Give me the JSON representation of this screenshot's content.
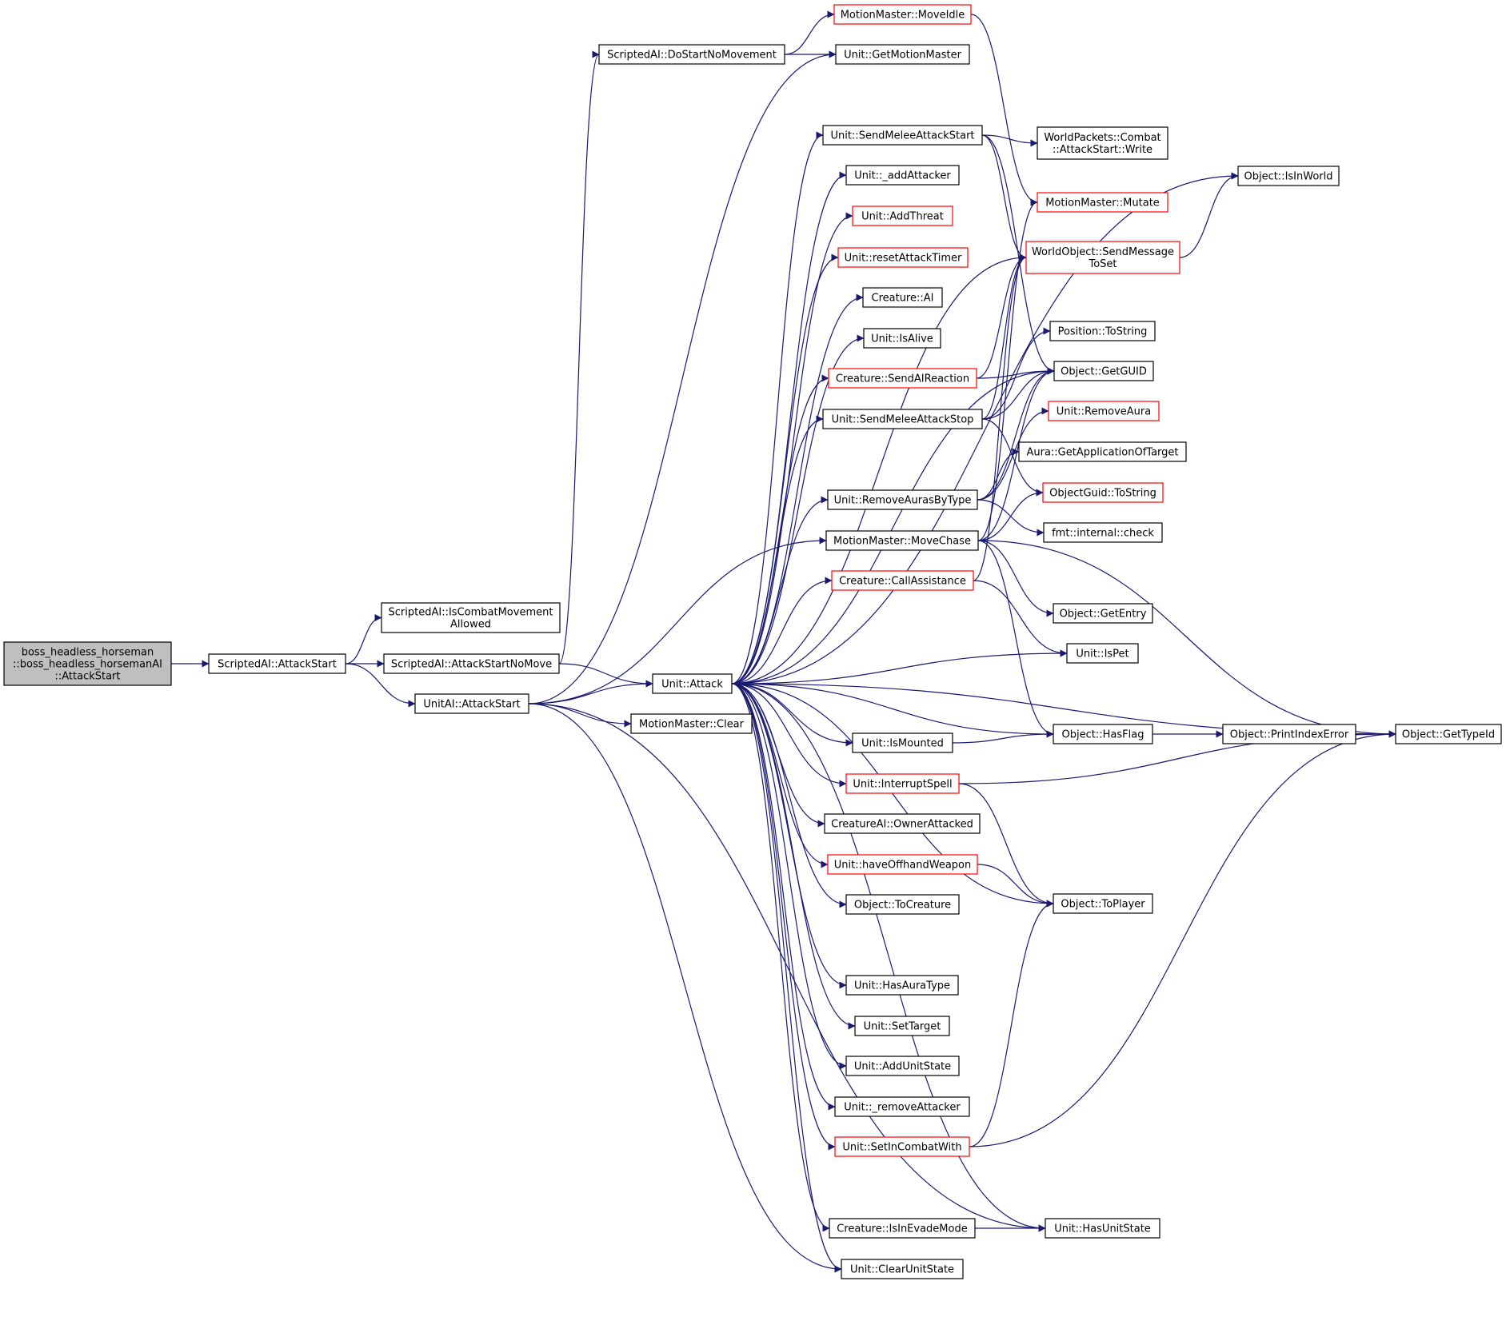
{
  "diagram": {
    "colors": {
      "edge": "#191970",
      "normal_border": "#000000",
      "highlight_border": "#ff0000",
      "root_fill": "#bfbfbf"
    },
    "nodes": [
      {
        "id": "root",
        "label": [
          "boss_headless_horseman",
          "::boss_headless_horsemanAI",
          "::AttackStart"
        ],
        "style": "root"
      },
      {
        "id": "sai_attackstart",
        "label": [
          "ScriptedAI::AttackStart"
        ],
        "style": "normal"
      },
      {
        "id": "sai_iscombat",
        "label": [
          "ScriptedAI::IsCombatMovement",
          "Allowed"
        ],
        "style": "normal"
      },
      {
        "id": "sai_nomove",
        "label": [
          "ScriptedAI::AttackStartNoMove"
        ],
        "style": "normal"
      },
      {
        "id": "uai_attackstart",
        "label": [
          "UnitAI::AttackStart"
        ],
        "style": "normal"
      },
      {
        "id": "sai_dostart",
        "label": [
          "ScriptedAI::DoStartNoMovement"
        ],
        "style": "normal"
      },
      {
        "id": "mm_moveidle",
        "label": [
          "MotionMaster::MoveIdle"
        ],
        "style": "red"
      },
      {
        "id": "u_getmm",
        "label": [
          "Unit::GetMotionMaster"
        ],
        "style": "normal"
      },
      {
        "id": "u_attack",
        "label": [
          "Unit::Attack"
        ],
        "style": "normal"
      },
      {
        "id": "mm_clear",
        "label": [
          "MotionMaster::Clear"
        ],
        "style": "normal"
      },
      {
        "id": "u_sendmeleestart",
        "label": [
          "Unit::SendMeleeAttackStart"
        ],
        "style": "normal"
      },
      {
        "id": "u_addattacker",
        "label": [
          "Unit::_addAttacker"
        ],
        "style": "normal"
      },
      {
        "id": "u_addthreat",
        "label": [
          "Unit::AddThreat"
        ],
        "style": "red"
      },
      {
        "id": "u_resettimer",
        "label": [
          "Unit::resetAttackTimer"
        ],
        "style": "red"
      },
      {
        "id": "c_ai",
        "label": [
          "Creature::AI"
        ],
        "style": "normal"
      },
      {
        "id": "u_isalive",
        "label": [
          "Unit::IsAlive"
        ],
        "style": "normal"
      },
      {
        "id": "c_sendaireaction",
        "label": [
          "Creature::SendAIReaction"
        ],
        "style": "red"
      },
      {
        "id": "u_sendmeleestop",
        "label": [
          "Unit::SendMeleeAttackStop"
        ],
        "style": "normal"
      },
      {
        "id": "u_removeaurasbytype",
        "label": [
          "Unit::RemoveAurasByType"
        ],
        "style": "normal"
      },
      {
        "id": "mm_movechase",
        "label": [
          "MotionMaster::MoveChase"
        ],
        "style": "normal"
      },
      {
        "id": "c_callassist",
        "label": [
          "Creature::CallAssistance"
        ],
        "style": "red"
      },
      {
        "id": "u_ismounted",
        "label": [
          "Unit::IsMounted"
        ],
        "style": "normal"
      },
      {
        "id": "u_interrupt",
        "label": [
          "Unit::InterruptSpell"
        ],
        "style": "red"
      },
      {
        "id": "cai_ownerattacked",
        "label": [
          "CreatureAI::OwnerAttacked"
        ],
        "style": "normal"
      },
      {
        "id": "u_haveoffhand",
        "label": [
          "Unit::haveOffhandWeapon"
        ],
        "style": "red"
      },
      {
        "id": "o_tocreature",
        "label": [
          "Object::ToCreature"
        ],
        "style": "normal"
      },
      {
        "id": "u_hasauratype",
        "label": [
          "Unit::HasAuraType"
        ],
        "style": "normal"
      },
      {
        "id": "u_settarget",
        "label": [
          "Unit::SetTarget"
        ],
        "style": "normal"
      },
      {
        "id": "u_addunitstate",
        "label": [
          "Unit::AddUnitState"
        ],
        "style": "normal"
      },
      {
        "id": "u_removeattacker",
        "label": [
          "Unit::_removeAttacker"
        ],
        "style": "normal"
      },
      {
        "id": "u_setincombat",
        "label": [
          "Unit::SetInCombatWith"
        ],
        "style": "red"
      },
      {
        "id": "c_isinevade",
        "label": [
          "Creature::IsInEvadeMode"
        ],
        "style": "normal"
      },
      {
        "id": "u_clearunitstate",
        "label": [
          "Unit::ClearUnitState"
        ],
        "style": "normal"
      },
      {
        "id": "wp_attackstart",
        "label": [
          "WorldPackets::Combat",
          "::AttackStart::Write"
        ],
        "style": "normal"
      },
      {
        "id": "o_isinworld",
        "label": [
          "Object::IsInWorld"
        ],
        "style": "normal"
      },
      {
        "id": "mm_mutate",
        "label": [
          "MotionMaster::Mutate"
        ],
        "style": "red"
      },
      {
        "id": "wo_sendmsg",
        "label": [
          "WorldObject::SendMessage",
          "ToSet"
        ],
        "style": "red"
      },
      {
        "id": "pos_tostring",
        "label": [
          "Position::ToString"
        ],
        "style": "normal"
      },
      {
        "id": "o_getguid",
        "label": [
          "Object::GetGUID"
        ],
        "style": "normal"
      },
      {
        "id": "u_removeaura",
        "label": [
          "Unit::RemoveAura"
        ],
        "style": "red"
      },
      {
        "id": "aura_getapp",
        "label": [
          "Aura::GetApplicationOfTarget"
        ],
        "style": "normal"
      },
      {
        "id": "og_tostring",
        "label": [
          "ObjectGuid::ToString"
        ],
        "style": "red"
      },
      {
        "id": "fmt_check",
        "label": [
          "fmt::internal::check"
        ],
        "style": "normal"
      },
      {
        "id": "o_getentry",
        "label": [
          "Object::GetEntry"
        ],
        "style": "normal"
      },
      {
        "id": "u_ispet",
        "label": [
          "Unit::IsPet"
        ],
        "style": "normal"
      },
      {
        "id": "o_hasflag",
        "label": [
          "Object::HasFlag"
        ],
        "style": "normal"
      },
      {
        "id": "o_toplayer",
        "label": [
          "Object::ToPlayer"
        ],
        "style": "normal"
      },
      {
        "id": "u_hasunitstate",
        "label": [
          "Unit::HasUnitState"
        ],
        "style": "normal"
      },
      {
        "id": "o_printindexerror",
        "label": [
          "Object::PrintIndexError"
        ],
        "style": "normal"
      },
      {
        "id": "o_gettypeid",
        "label": [
          "Object::GetTypeId"
        ],
        "style": "normal"
      }
    ],
    "edges": [
      [
        "root",
        "sai_attackstart"
      ],
      [
        "sai_attackstart",
        "sai_iscombat"
      ],
      [
        "sai_attackstart",
        "sai_nomove"
      ],
      [
        "sai_attackstart",
        "uai_attackstart"
      ],
      [
        "sai_nomove",
        "sai_dostart"
      ],
      [
        "sai_nomove",
        "u_attack"
      ],
      [
        "sai_dostart",
        "mm_moveidle"
      ],
      [
        "sai_dostart",
        "u_getmm"
      ],
      [
        "uai_attackstart",
        "u_getmm"
      ],
      [
        "uai_attackstart",
        "u_attack"
      ],
      [
        "uai_attackstart",
        "mm_clear"
      ],
      [
        "uai_attackstart",
        "mm_movechase"
      ],
      [
        "uai_attackstart",
        "u_clearunitstate"
      ],
      [
        "uai_attackstart",
        "u_hasunitstate"
      ],
      [
        "mm_moveidle",
        "mm_mutate"
      ],
      [
        "u_attack",
        "o_isinworld"
      ],
      [
        "u_attack",
        "u_sendmeleestart"
      ],
      [
        "u_attack",
        "u_addattacker"
      ],
      [
        "u_attack",
        "u_addthreat"
      ],
      [
        "u_attack",
        "u_resettimer"
      ],
      [
        "u_attack",
        "c_ai"
      ],
      [
        "u_attack",
        "u_isalive"
      ],
      [
        "u_attack",
        "c_sendaireaction"
      ],
      [
        "u_attack",
        "u_sendmeleestop"
      ],
      [
        "u_attack",
        "u_removeaurasbytype"
      ],
      [
        "u_attack",
        "c_callassist"
      ],
      [
        "u_attack",
        "u_ispet"
      ],
      [
        "u_attack",
        "o_gettypeid"
      ],
      [
        "u_attack",
        "o_hasflag"
      ],
      [
        "u_attack",
        "u_ismounted"
      ],
      [
        "u_attack",
        "u_interrupt"
      ],
      [
        "u_attack",
        "cai_ownerattacked"
      ],
      [
        "u_attack",
        "u_haveoffhand"
      ],
      [
        "u_attack",
        "o_tocreature"
      ],
      [
        "u_attack",
        "o_toplayer"
      ],
      [
        "u_attack",
        "u_hasauratype"
      ],
      [
        "u_attack",
        "u_settarget"
      ],
      [
        "u_attack",
        "u_addunitstate"
      ],
      [
        "u_attack",
        "u_removeattacker"
      ],
      [
        "u_attack",
        "u_setincombat"
      ],
      [
        "u_attack",
        "u_hasunitstate"
      ],
      [
        "u_attack",
        "c_isinevade"
      ],
      [
        "u_attack",
        "u_clearunitstate"
      ],
      [
        "u_attack",
        "o_getguid"
      ],
      [
        "u_attack",
        "wo_sendmsg"
      ],
      [
        "u_sendmeleestart",
        "wp_attackstart"
      ],
      [
        "u_sendmeleestart",
        "wo_sendmsg"
      ],
      [
        "u_sendmeleestart",
        "o_getguid"
      ],
      [
        "c_sendaireaction",
        "wo_sendmsg"
      ],
      [
        "c_sendaireaction",
        "o_getguid"
      ],
      [
        "u_sendmeleestop",
        "wo_sendmsg"
      ],
      [
        "u_sendmeleestop",
        "o_getguid"
      ],
      [
        "u_sendmeleestop",
        "pos_tostring"
      ],
      [
        "u_sendmeleestop",
        "og_tostring"
      ],
      [
        "u_removeaurasbytype",
        "u_removeaura"
      ],
      [
        "u_removeaurasbytype",
        "aura_getapp"
      ],
      [
        "u_removeaurasbytype",
        "fmt_check"
      ],
      [
        "u_removeaurasbytype",
        "o_getguid"
      ],
      [
        "mm_movechase",
        "mm_mutate"
      ],
      [
        "mm_movechase",
        "o_getguid"
      ],
      [
        "mm_movechase",
        "og_tostring"
      ],
      [
        "mm_movechase",
        "o_getentry"
      ],
      [
        "mm_movechase",
        "o_hasflag"
      ],
      [
        "mm_movechase",
        "o_gettypeid"
      ],
      [
        "c_callassist",
        "wo_sendmsg"
      ],
      [
        "c_callassist",
        "u_ispet"
      ],
      [
        "wo_sendmsg",
        "o_isinworld"
      ],
      [
        "u_ismounted",
        "o_hasflag"
      ],
      [
        "u_interrupt",
        "o_gettypeid"
      ],
      [
        "u_interrupt",
        "o_toplayer"
      ],
      [
        "u_haveoffhand",
        "o_toplayer"
      ],
      [
        "u_setincombat",
        "o_toplayer"
      ],
      [
        "u_setincombat",
        "o_gettypeid"
      ],
      [
        "c_isinevade",
        "u_hasunitstate"
      ],
      [
        "o_hasflag",
        "o_printindexerror"
      ],
      [
        "o_printindexerror",
        "o_gettypeid"
      ]
    ]
  }
}
